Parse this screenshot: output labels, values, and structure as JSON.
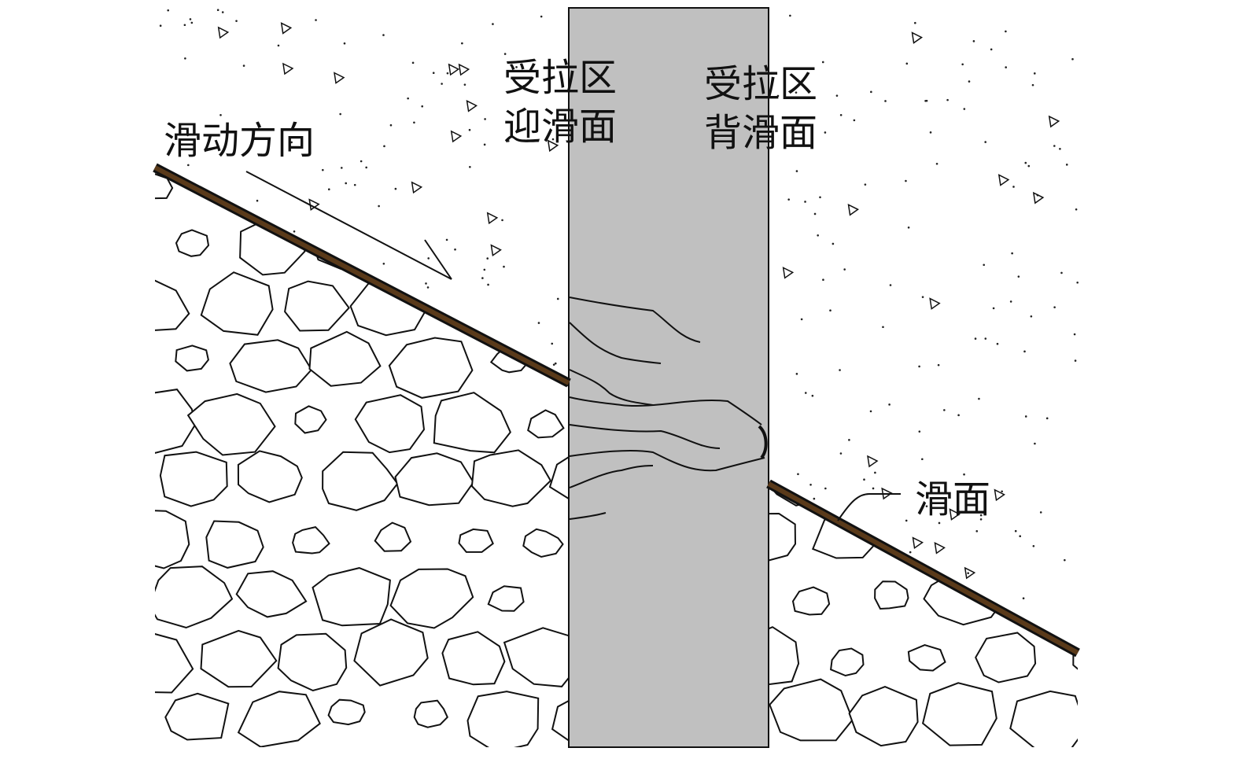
{
  "labels": {
    "tension_zone_left": "受拉区",
    "facing_slide_face": "迎滑面",
    "tension_zone_right": "受拉区",
    "back_slide_face": "背滑面",
    "slide_direction": "滑动方向",
    "slip_surface": "滑面"
  },
  "colors": {
    "pile": "#c0c0c0",
    "slip_surface": "#5a3a1a",
    "outline": "#111111"
  }
}
